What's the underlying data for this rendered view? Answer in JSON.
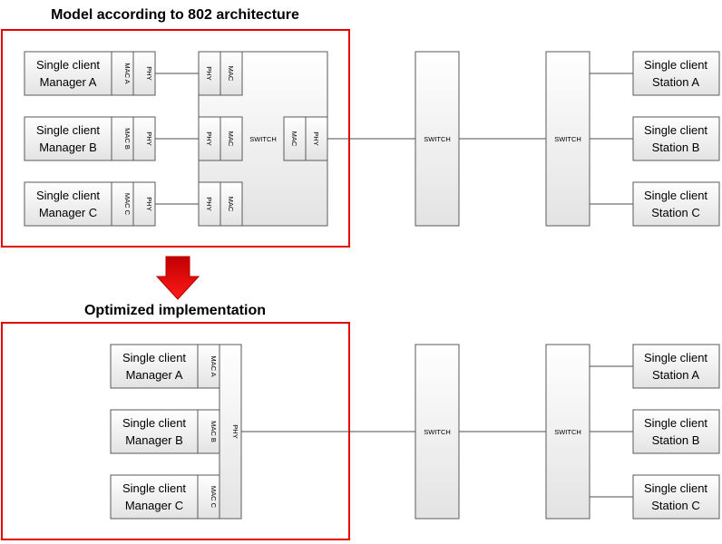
{
  "titles": {
    "top": "Model according to 802 architecture",
    "bottom": "Optimized implementation"
  },
  "top": {
    "managers": [
      {
        "line1": "Single client",
        "line2": "Manager A",
        "mac": "MAC A",
        "phy": "PHY"
      },
      {
        "line1": "Single client",
        "line2": "Manager B",
        "mac": "MAC B",
        "phy": "PHY"
      },
      {
        "line1": "Single client",
        "line2": "Manager C",
        "mac": "MAC C",
        "phy": "PHY"
      }
    ],
    "bridge_ports": [
      {
        "phy": "PHY",
        "mac": "MAC"
      },
      {
        "phy": "PHY",
        "mac": "MAC"
      },
      {
        "phy": "PHY",
        "mac": "MAC"
      }
    ],
    "bridge_label": "SWITCH",
    "uplink": {
      "mac": "MAC",
      "phy": "PHY"
    },
    "switch1": "SWITCH",
    "switch2": "SWITCH",
    "stations": [
      {
        "line1": "Single client",
        "line2": "Station A"
      },
      {
        "line1": "Single client",
        "line2": "Station B"
      },
      {
        "line1": "Single client",
        "line2": "Station C"
      }
    ]
  },
  "bottom": {
    "managers": [
      {
        "line1": "Single client",
        "line2": "Manager A",
        "mac": "MAC A"
      },
      {
        "line1": "Single client",
        "line2": "Manager B",
        "mac": "MAC B"
      },
      {
        "line1": "Single client",
        "line2": "Manager C",
        "mac": "MAC C"
      }
    ],
    "phy": "PHY",
    "switch1": "SWITCH",
    "switch2": "SWITCH",
    "stations": [
      {
        "line1": "Single client",
        "line2": "Station A"
      },
      {
        "line1": "Single client",
        "line2": "Station B"
      },
      {
        "line1": "Single client",
        "line2": "Station C"
      }
    ]
  },
  "colors": {
    "frame": "#e60000",
    "arrow": "#e60000"
  }
}
